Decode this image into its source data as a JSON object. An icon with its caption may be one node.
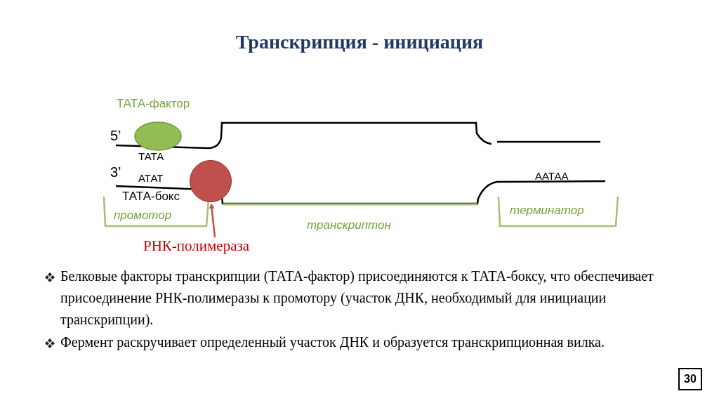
{
  "diagram": {
    "title": "Транскрипция - инициация",
    "nodes": [
      {
        "text": [
          "ТАТА-фактор"
        ]
      },
      {
        "text": [],
        "shape": "circle"
      },
      {
        "text": [
          "РНК-полимераза"
        ]
      }
    ],
    "edges": [
      {
        "from": 2,
        "to": 1,
        "arrow": "to"
      }
    ],
    "labels": [
      "5’",
      "ТАТА",
      "3’",
      "АТАТ",
      "ААТАА",
      "ТАТА-бокс",
      "промотор",
      "терминатор",
      "транскриптон",
      "Белковые факторы транскрипции (ТАТА-фактор) присоединяются к ТАТА-боксу, что обеспечивает присоединение РНК-полимеразы к промотору (участок ДНК, необходимый для инициации транскрипции).",
      "Фермент раскручивает определенный участок ДНК и образуется транскрипционная вилка.",
      "30"
    ]
  }
}
